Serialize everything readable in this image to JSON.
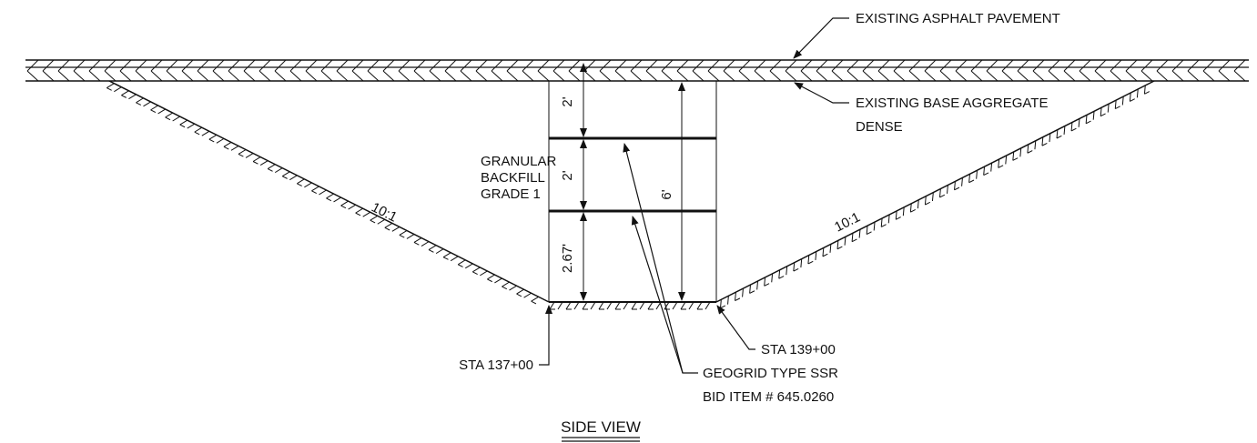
{
  "labels": {
    "asphalt": "EXISTING ASPHALT PAVEMENT",
    "base_line1": "EXISTING BASE AGGREGATE",
    "base_line2": "DENSE",
    "backfill_line1": "GRANULAR",
    "backfill_line2": "BACKFILL",
    "backfill_line3": "GRADE 1",
    "slope_left": "10:1",
    "slope_right": "10:1",
    "sta_left": "STA 137+00",
    "sta_right": "STA 139+00",
    "geogrid_line1": "GEOGRID TYPE SSR",
    "geogrid_line2": "BID ITEM # 645.0260",
    "view_title": "SIDE VIEW"
  },
  "dimensions": {
    "top_layer": "2'",
    "middle_layer": "2'",
    "bottom_layer": "2.67'",
    "total_depth": "6'"
  },
  "colors": {
    "line": "#111111",
    "background": "#ffffff"
  }
}
